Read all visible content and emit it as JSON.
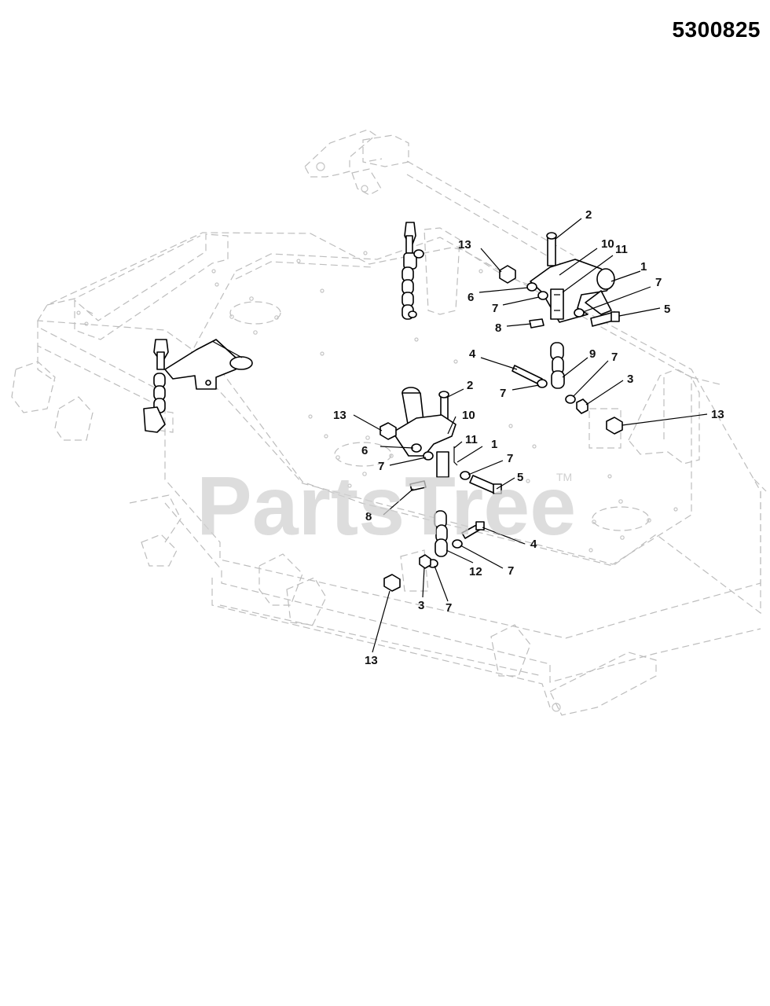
{
  "diagram": {
    "reference_number": "5300825",
    "watermark": {
      "brand": "PartsTree",
      "trademark": "TM"
    },
    "callouts": [
      {
        "id": "c-top-2",
        "label": "2"
      },
      {
        "id": "c-top-10",
        "label": "10"
      },
      {
        "id": "c-top-11",
        "label": "11"
      },
      {
        "id": "c-top-1",
        "label": "1"
      },
      {
        "id": "c-top-13",
        "label": "13"
      },
      {
        "id": "c-top-6",
        "label": "6"
      },
      {
        "id": "c-top-7a",
        "label": "7"
      },
      {
        "id": "c-top-7b",
        "label": "7"
      },
      {
        "id": "c-top-5",
        "label": "5"
      },
      {
        "id": "c-top-8",
        "label": "8"
      },
      {
        "id": "c-mid-4",
        "label": "4"
      },
      {
        "id": "c-mid-9",
        "label": "9"
      },
      {
        "id": "c-mid-7a",
        "label": "7"
      },
      {
        "id": "c-mid-7b",
        "label": "7"
      },
      {
        "id": "c-mid-3",
        "label": "3"
      },
      {
        "id": "c-mid-13r",
        "label": "13"
      },
      {
        "id": "c-low-2",
        "label": "2"
      },
      {
        "id": "c-low-10",
        "label": "10"
      },
      {
        "id": "c-low-13",
        "label": "13"
      },
      {
        "id": "c-low-11",
        "label": "11"
      },
      {
        "id": "c-low-1",
        "label": "1"
      },
      {
        "id": "c-low-6",
        "label": "6"
      },
      {
        "id": "c-low-7a",
        "label": "7"
      },
      {
        "id": "c-low-7b",
        "label": "7"
      },
      {
        "id": "c-low-5",
        "label": "5"
      },
      {
        "id": "c-low-8",
        "label": "8"
      },
      {
        "id": "c-bot-4",
        "label": "4"
      },
      {
        "id": "c-bot-7a",
        "label": "7"
      },
      {
        "id": "c-bot-12",
        "label": "12"
      },
      {
        "id": "c-bot-7b",
        "label": "7"
      },
      {
        "id": "c-bot-3",
        "label": "3"
      },
      {
        "id": "c-bot-13",
        "label": "13"
      }
    ]
  }
}
